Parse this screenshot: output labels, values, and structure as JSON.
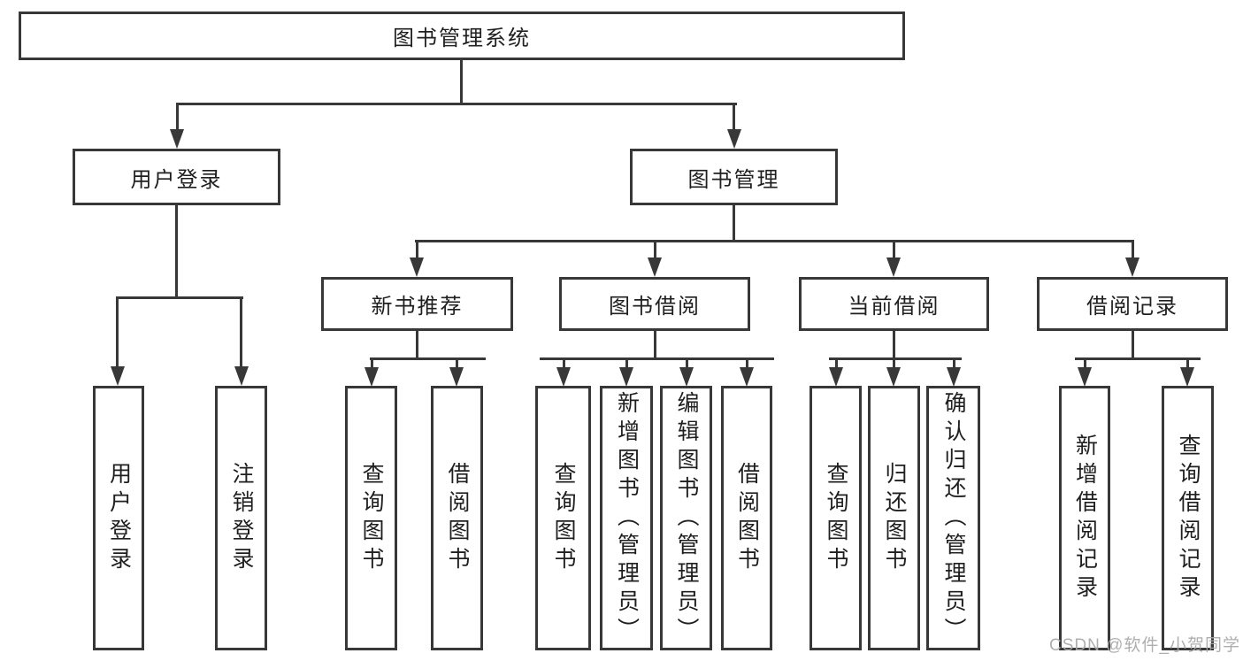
{
  "diagram": {
    "title_box": "图书管理系统",
    "level2": [
      {
        "label": "用户登录"
      },
      {
        "label": "图书管理"
      }
    ],
    "level3": [
      {
        "label": "新书推荐"
      },
      {
        "label": "图书借阅"
      },
      {
        "label": "当前借阅"
      },
      {
        "label": "借阅记录"
      }
    ],
    "leaves": [
      {
        "label": "用户登录"
      },
      {
        "label": "注销登录"
      },
      {
        "label": "查询图书"
      },
      {
        "label": "借阅图书"
      },
      {
        "label": "查询图书"
      },
      {
        "label": "新增图书（管理员）"
      },
      {
        "label": "编辑图书（管理员）"
      },
      {
        "label": "借阅图书"
      },
      {
        "label": "查询图书"
      },
      {
        "label": "归还图书"
      },
      {
        "label": "确认归还（管理员）"
      },
      {
        "label": "新增借阅记录"
      },
      {
        "label": "查询借阅记录"
      }
    ],
    "watermark": "CSDN @软件_小贺同学",
    "colors": {
      "line": "#383838",
      "text": "#1f1f1f",
      "background": "#ffffff",
      "watermark": "#a8a8a8"
    }
  }
}
